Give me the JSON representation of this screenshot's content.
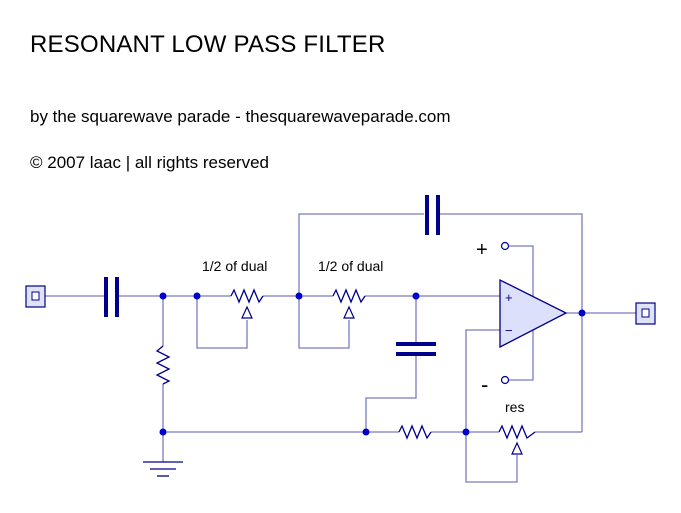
{
  "title": "RESONANT LOW PASS FILTER",
  "byline": "by the squarewave parade   -  thesquarewaveparade.com",
  "copyright": "© 2007 laac | all rights reserved",
  "schematic": {
    "pot1_label": "1/2 of dual",
    "pot2_label": "1/2 of dual",
    "res_label": "res",
    "plus_supply": "+",
    "minus_supply": "-",
    "opamp_plus": "+",
    "opamp_minus": "−"
  },
  "colors": {
    "wire": "#7b7bbf",
    "node": "#0000cc",
    "capacitor": "#00008b",
    "opamp_fill": "#dde0fa",
    "jack_fill": "#dfe3f7"
  }
}
